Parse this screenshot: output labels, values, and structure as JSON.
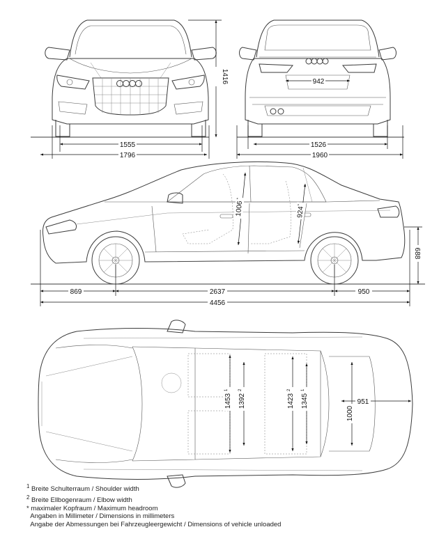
{
  "dimensions": {
    "front_track": "1555",
    "front_width": "1796",
    "height": "1416",
    "rear_track": "1526",
    "rear_width_mirrors": "1960",
    "trunk_opening": "942",
    "front_overhang": "869",
    "wheelbase": "2637",
    "rear_overhang": "950",
    "overall_length": "4456",
    "loading_height": "688",
    "front_headroom": "1006",
    "rear_headroom": "924",
    "front_shoulder_width": "1453",
    "front_elbow_width": "1392",
    "rear_shoulder_width": "1423",
    "rear_elbow_width": "1345",
    "trunk_depth": "951",
    "trunk_width": "1000"
  },
  "marks": {
    "sup1": "1",
    "sup2": "2",
    "star": "*"
  },
  "notes": [
    {
      "marker": "1",
      "text": "Breite Schulterraum / Shoulder width"
    },
    {
      "marker": "2",
      "text": "Breite Ellbogenraum / Elbow width"
    },
    {
      "marker": "*",
      "text": "maximaler Kopfraum / Maximum headroom"
    },
    {
      "marker": "",
      "text": "Angaben in Millimeter / Dimensions in millimeters"
    },
    {
      "marker": "",
      "text": "Angabe der Abmessungen bei Fahrzeugleergewicht / Dimensions of vehicle unloaded"
    }
  ],
  "colors": {
    "line": "#3a3a3a",
    "dimension": "#111111"
  }
}
